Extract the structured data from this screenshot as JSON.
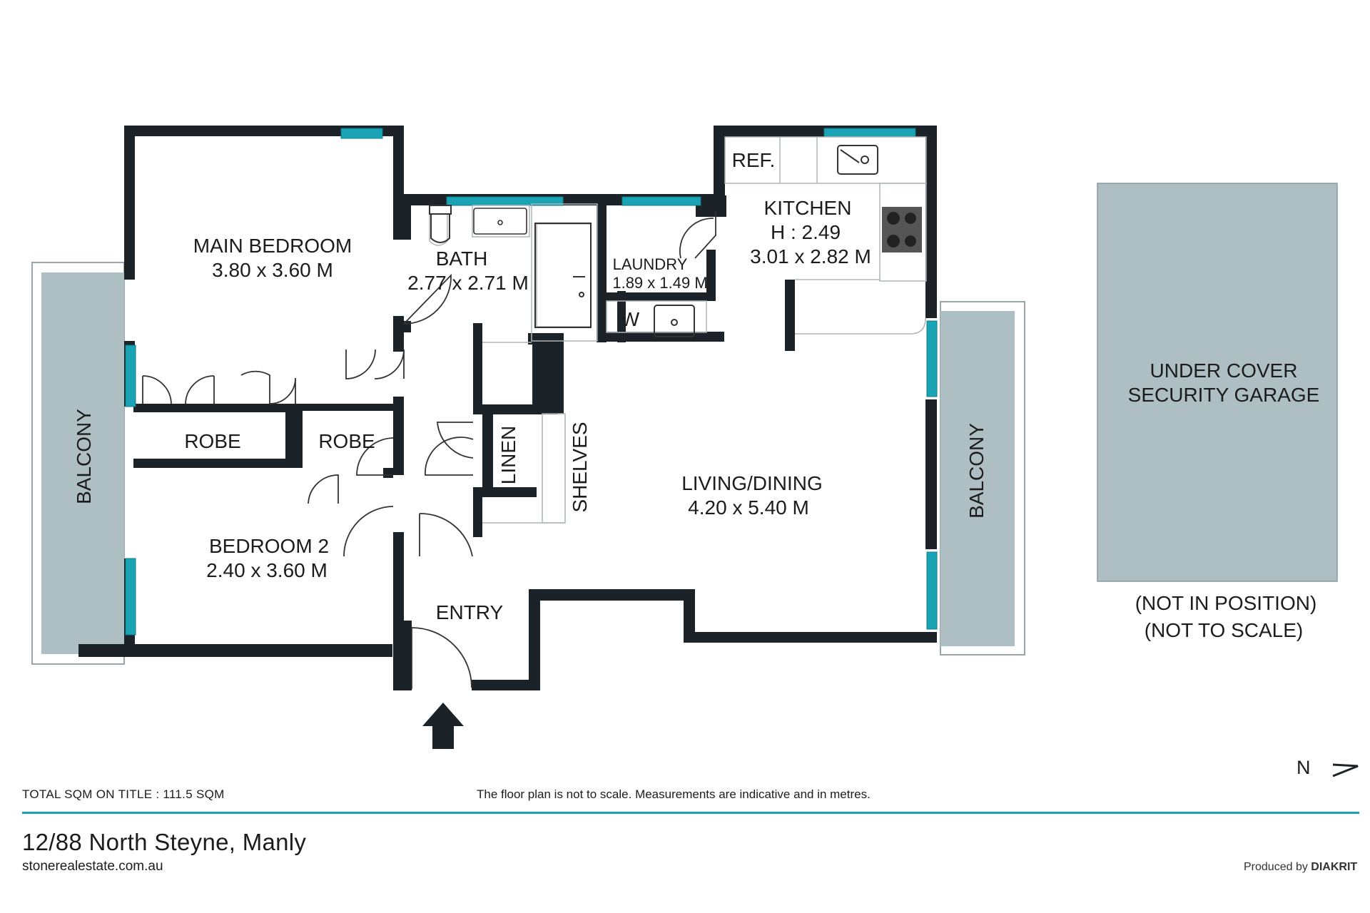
{
  "rooms": {
    "main_bedroom": {
      "name": "MAIN BEDROOM",
      "size": "3.80 x 3.60 M"
    },
    "bedroom2": {
      "name": "BEDROOM 2",
      "size": "2.40 x 3.60 M"
    },
    "bath": {
      "name": "BATH",
      "size": "2.77 x 2.71 M"
    },
    "laundry": {
      "name": "LAUNDRY",
      "size": "1.89 x 1.49 M"
    },
    "kitchen": {
      "name": "KITCHEN",
      "height": "H : 2.49",
      "size": "3.01 x 2.82 M"
    },
    "living": {
      "name": "LIVING/DINING",
      "size": "4.20 x 5.40 M"
    },
    "entry": {
      "name": "ENTRY"
    },
    "robe1": {
      "name": "ROBE"
    },
    "robe2": {
      "name": "ROBE"
    },
    "linen": {
      "name": "LINEN"
    },
    "shelves": {
      "name": "SHELVES"
    },
    "ref": {
      "name": "REF."
    },
    "washer": {
      "name": "W"
    },
    "balcony_left": {
      "name": "BALCONY"
    },
    "balcony_right": {
      "name": "BALCONY"
    }
  },
  "garage": {
    "line1": "UNDER COVER",
    "line2": "SECURITY GARAGE",
    "note1": "(NOT IN POSITION)",
    "note2": "(NOT TO SCALE)"
  },
  "compass": {
    "label": "N"
  },
  "footer": {
    "total": "TOTAL SQM ON TITLE : 111.5 SQM",
    "disclaimer": "The floor plan is not to scale. Measurements are indicative and in metres.",
    "address": "12/88 North Steyne, Manly",
    "website": "stonerealestate.com.au",
    "produced_prefix": "Produced by",
    "produced_brand": "DIAKRIT"
  },
  "colors": {
    "wall": "#1b2328",
    "window": "#1aa3b5",
    "balcony": "#aebfc4",
    "garage": "#aebfc4",
    "rule": "#1aa3b5"
  }
}
